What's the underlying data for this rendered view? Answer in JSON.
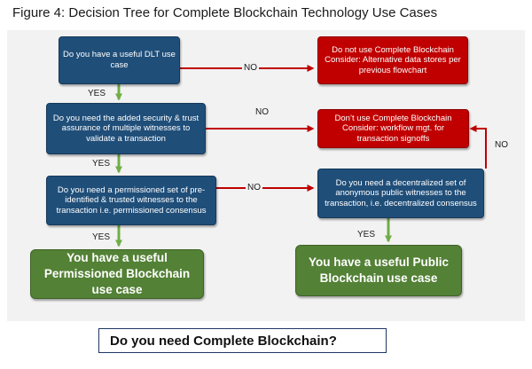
{
  "figure_title": "Figure 4: Decision Tree for Complete Blockchain Technology Use Cases",
  "nodes": {
    "q_dlt": "Do you have a useful DLT use case",
    "q_security": "Do you need the added security & trust assurance of multiple witnesses to validate a transaction",
    "q_permissioned": "Do you need a permissioned set of pre-identified & trusted witnesses to the transaction i.e. permissioned consensus",
    "q_decentralized": "Do you need a decentralized set of anonymous public witnesses to the transaction, i.e. decentralized consensus",
    "r_no_complete": "Do not use Complete Blockchain Consider: Alternative data stores per previous flowchart",
    "r_workflow": "Don’t use Complete Blockchain Consider: workflow mgt. for transaction signoffs",
    "g_permissioned": "You have a useful Permissioned Blockchain use case",
    "g_public": "You have a useful Public Blockchain use case"
  },
  "edge_labels": {
    "dlt_no": "NO",
    "dlt_yes": "YES",
    "security_no": "NO",
    "security_yes": "YES",
    "permissioned_no": "NO",
    "permissioned_yes": "YES",
    "decentralized_no": "NO",
    "decentralized_yes": "YES"
  },
  "question": "Do you need Complete Blockchain?",
  "colors": {
    "question_box": "#1f4e79",
    "negative_box": "#c00000",
    "positive_box": "#538135",
    "no_arrow": "#c00000",
    "yes_arrow": "#70ad47"
  }
}
